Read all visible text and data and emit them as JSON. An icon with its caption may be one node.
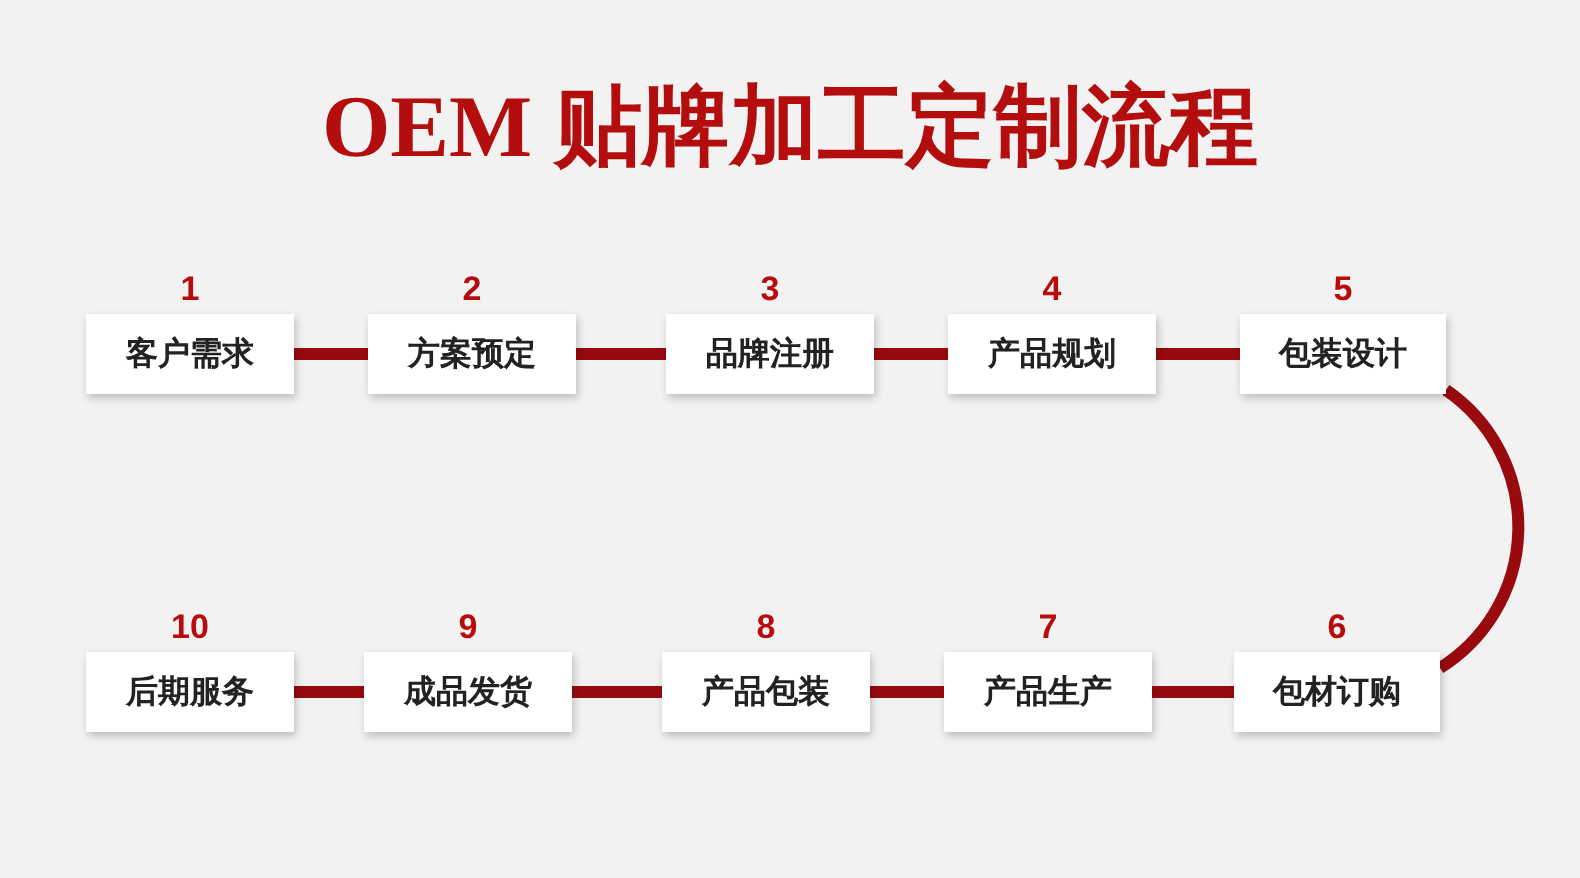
{
  "diagram": {
    "title": "OEM 贴牌加工定制流程",
    "nodes": [
      {
        "text": [
          "客户需求"
        ],
        "beside": [
          "1"
        ]
      },
      {
        "text": [
          "方案预定"
        ],
        "beside": [
          "2"
        ]
      },
      {
        "text": [
          "品牌注册"
        ],
        "beside": [
          "3"
        ]
      },
      {
        "text": [
          "产品规划"
        ],
        "beside": [
          "4"
        ]
      },
      {
        "text": [
          "包装设计"
        ],
        "beside": [
          "5"
        ]
      },
      {
        "text": [
          "包材订购"
        ],
        "beside": [
          "6"
        ]
      },
      {
        "text": [
          "产品生产"
        ],
        "beside": [
          "7"
        ]
      },
      {
        "text": [
          "产品包装"
        ],
        "beside": [
          "8"
        ]
      },
      {
        "text": [
          "成品发货"
        ],
        "beside": [
          "9"
        ]
      },
      {
        "text": [
          "后期服务"
        ],
        "beside": [
          "10"
        ]
      }
    ],
    "edges": [
      {
        "from": 0,
        "to": 1,
        "arrow": "none"
      },
      {
        "from": 1,
        "to": 2,
        "arrow": "none"
      },
      {
        "from": 2,
        "to": 3,
        "arrow": "none"
      },
      {
        "from": 3,
        "to": 4,
        "arrow": "none"
      },
      {
        "from": 4,
        "to": 5,
        "arrow": "none"
      },
      {
        "from": 5,
        "to": 6,
        "arrow": "none"
      },
      {
        "from": 6,
        "to": 7,
        "arrow": "none"
      },
      {
        "from": 7,
        "to": 8,
        "arrow": "none"
      },
      {
        "from": 8,
        "to": 9,
        "arrow": "none"
      }
    ]
  }
}
